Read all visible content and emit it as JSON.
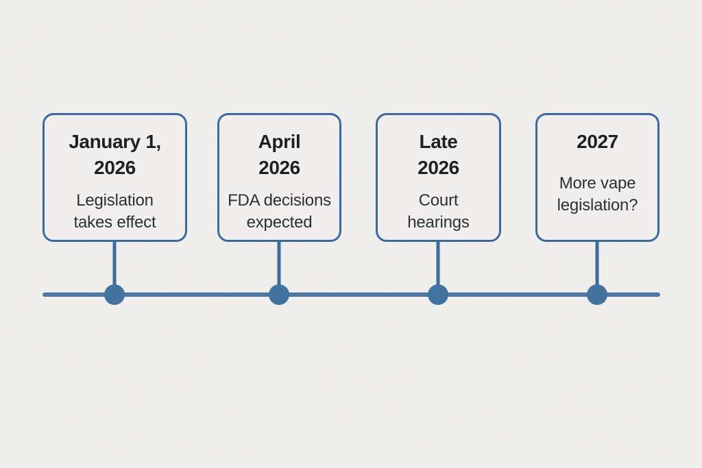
{
  "diagram": {
    "type": "timeline",
    "orientation": "horizontal",
    "events": [
      {
        "title": "January 1,\n2026",
        "subtitle": "Legislation\ntakes effect"
      },
      {
        "title": "April\n2026",
        "subtitle": "FDA decisions\nexpected"
      },
      {
        "title": "Late\n2026",
        "subtitle": "Court\nhearings"
      },
      {
        "title": "2027",
        "subtitle": "More vape\nlegislation?"
      }
    ],
    "colors": {
      "background": "#f0efed",
      "box_border_blue": "#37689a",
      "connector_blue": "#3a6b9c",
      "axis_blue": "#4d7dab",
      "node_blue": "#40719e",
      "title_text": "#1c1c1e",
      "subtitle_text": "#2c2c2f"
    }
  }
}
